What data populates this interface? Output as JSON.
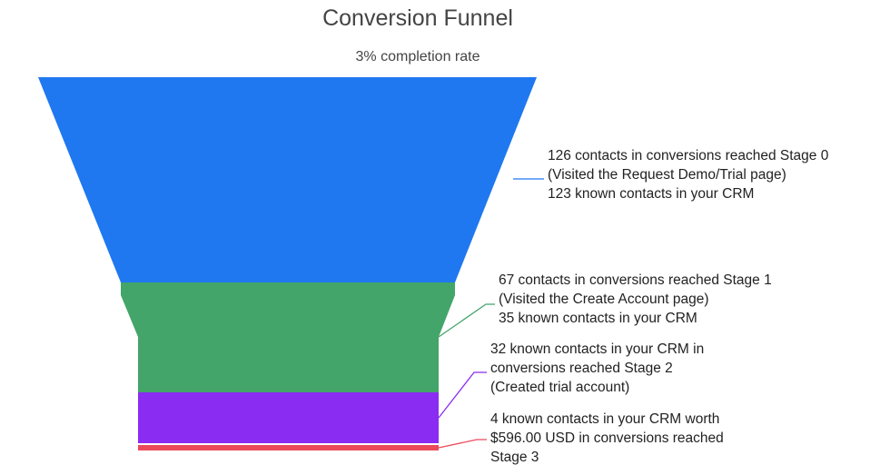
{
  "chart_data": {
    "type": "funnel",
    "title": "Conversion Funnel",
    "subtitle": "3% completion rate",
    "stages": [
      {
        "value": 126,
        "color": "#1f78f0",
        "lines": [
          "126 contacts in conversions reached Stage 0",
          "(Visited the Request Demo/Trial page)",
          "123 known contacts in your CRM"
        ]
      },
      {
        "value": 67,
        "color": "#43a56a",
        "lines": [
          "67 contacts in conversions reached Stage 1",
          "(Visited the Create Account page)",
          "35 known contacts in your CRM"
        ]
      },
      {
        "value": 32,
        "color": "#8a2cf2",
        "lines": [
          "32 known contacts in your CRM in",
          "conversions reached Stage 2",
          "(Created trial account)"
        ]
      },
      {
        "value": 4,
        "color": "#ea4a5a",
        "lines": [
          "4 known contacts in your CRM worth",
          "$596.00 USD in conversions reached",
          "Stage 3"
        ]
      }
    ]
  }
}
